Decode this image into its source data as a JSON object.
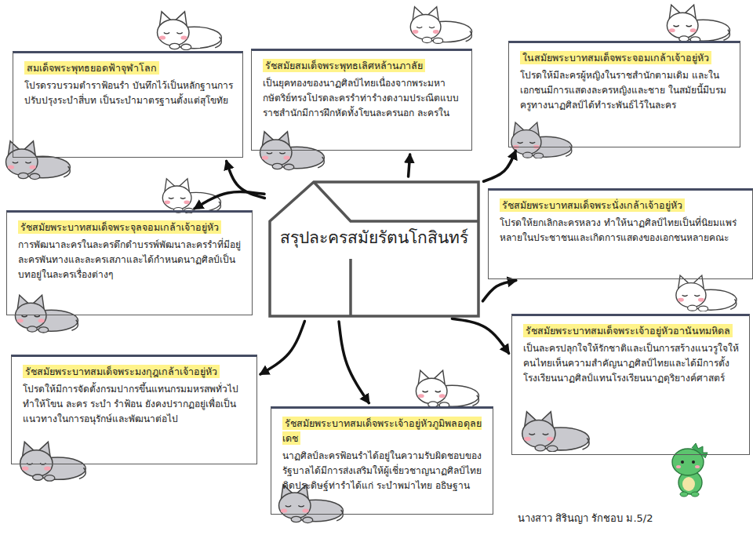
{
  "diagram": {
    "nodes": [
      {
        "text": [
          "สรุปละครสมัยรัตนโกสินทร์"
        ]
      },
      {
        "text": [
          "สมเด็จพระพุทธยอดฟ้าจุฬาโลก",
          "โปรดรวบรวมตำราฟ้อนรำ บันทึกไว้เป็นหลักฐานการปรับปรุงระบำสี่บท เป็นระบำมาตรฐานตั้งแต่สุโขทัย"
        ]
      },
      {
        "text": [
          "รัชสมัยสมเด็จพระพุทธเลิศหล้านภาลัย",
          "เป็นยุคทองของนาฏศิลป์ไทยเนื่องจากพระมหากษัตริย์ทรงโปรดละครรำท่ารำงดงามประณีตแบบราชสำนักมีการฝึกหัดทั้งโขนละครนอก ละครใน"
        ]
      },
      {
        "text": [
          "ในสมัยพระบาทสมเด็จพระจอมเกล้าเจ้าอยู่หัว",
          "โปรดให้มีละครผู้หญิงในราชสำนักตามเดิม และในเอกชนมีการแสดงละครหญิงและชาย ในสมัยนี้มีบรมครูทางนาฏศิลป์ได้ทำระพันธ์ไว้ในละคร"
        ]
      },
      {
        "text": [
          "รัชสมัยพระบาทสมเด็จพระจุลจอมเกล้าเจ้าอยู่หัว",
          "การพัฒนาละครในละครดึกดำบรรพ์พัฒนาละครรำที่มีอยู่ ละครพันทางและละครเสภาและได้กำหนดนาฏศิลป์เป็นบทอยู่ในละครเรื่องต่างๆ"
        ]
      },
      {
        "text": [
          "รัชสมัยพระบาทสมเด็จพระนั่งเกล้าเจ้าอยู่หัว",
          "โปรดให้ยกเลิกละครหลวง ทำให้นาฏศิลป์ไทยเป็นที่นิยมแพร่หลายในประชาชนและเกิดการแสดงของเอกชนหลายคณะ"
        ]
      },
      {
        "text": [
          "รัชสมัยพระบาทสมเด็จพระมงกุฎเกล้าเจ้าอยู่หัว",
          "โปรดให้มีการจัดตั้งกรมปากรขึ้นแทนกรมมหรสพทั่วไปทำให้โขน ละคร ระบำ รำฟ้อน ยังคงปรากฏอยู่เพื่อเป็นแนวทางในการอนุรักษ์และพัฒนาต่อไป"
        ]
      },
      {
        "text": [
          "รัชสมัยพระบาทสมเด็จพระเจ้าอยู่หัวภูมิพลอดุลยเดช",
          "นาฏศิลป์ละครฟ้อนรำได้อยู่ในความรับผิดชอบของรัฐบาลได้มีการส่งเสริมให้ผู้เชี่ยวชาญนาฏศิลป์ไทยคิดประดิษฐ์ท่ารำได้แก่ ระบำพม่าไทย อธิษฐาน"
        ]
      },
      {
        "text": [
          "รัชสมัยพระบาทสมเด็จพระเจ้าอยู่หัวอานันทมหิดล",
          "เป็นละครปลุกใจให้รักชาติและเป็นการสร้างแนวรูใจให้คนไทยเห็นความสำคัญนาฏศิลป์ไทยและได้มีการตั้งโรงเรียนนาฏศิลป์แทนโรงเรียนนาฏดุริยางค์ศาสตร์"
        ]
      }
    ],
    "edges": [
      {
        "from": 0,
        "to": 1,
        "arrow": "to"
      },
      {
        "from": 0,
        "to": 2,
        "arrow": "to"
      },
      {
        "from": 0,
        "to": 3,
        "arrow": "to"
      },
      {
        "from": 0,
        "to": 4,
        "arrow": "to"
      },
      {
        "from": 0,
        "to": 5,
        "arrow": "to"
      },
      {
        "from": 0,
        "to": 6,
        "arrow": "to"
      },
      {
        "from": 0,
        "to": 7,
        "arrow": "to"
      },
      {
        "from": 0,
        "to": 8,
        "arrow": "to"
      }
    ],
    "labels": [
      "นางสาว สิรินญา รักชอบ ม.5/2"
    ]
  }
}
